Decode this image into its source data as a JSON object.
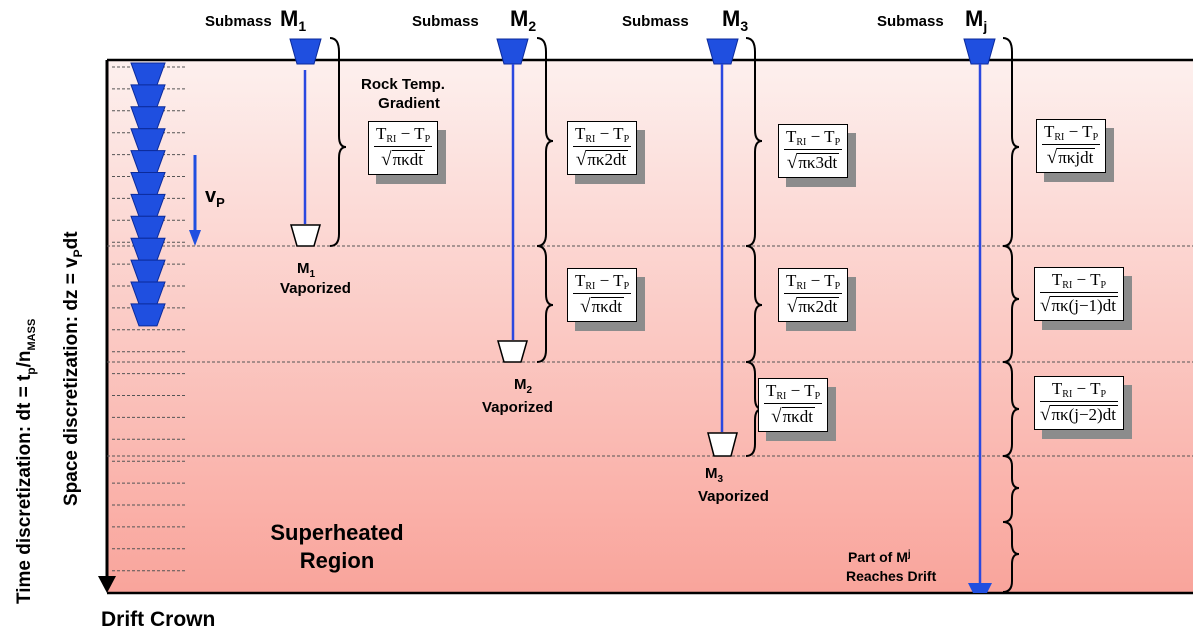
{
  "submasses": [
    {
      "label": "Submass",
      "symbol": "M",
      "subscript": "1"
    },
    {
      "label": "Submass",
      "symbol": "M",
      "subscript": "2"
    },
    {
      "label": "Submass",
      "symbol": "M",
      "subscript": "3"
    },
    {
      "label": "Submass",
      "symbol": "M",
      "subscript": "j"
    }
  ],
  "axis": {
    "time_discretization": "Time discretization: dt = t",
    "time_p_sub": "p",
    "time_rest": "/n",
    "time_mass_sub": "MASS",
    "space_discretization": "Space discretization: dz = v",
    "space_p_sub": "P",
    "space_rest": "dt",
    "velocity": "v",
    "velocity_sub": "P",
    "drift_crown": "Drift Crown"
  },
  "labels": {
    "rock_temp_line1": "Rock Temp.",
    "rock_temp_line2": "Gradient",
    "superheated_line1": "Superheated",
    "superheated_line2": "Region",
    "part_of_line1": "Part of M",
    "part_of_sub": "j",
    "part_of_line2": "Reaches Drift"
  },
  "vaporized": [
    {
      "symbol": "M",
      "subscript": "1",
      "text": "Vaporized"
    },
    {
      "symbol": "M",
      "subscript": "2",
      "text": "Vaporized"
    },
    {
      "symbol": "M",
      "subscript": "3",
      "text": "Vaporized"
    }
  ],
  "formula": {
    "numerator_T": "T",
    "numerator_sub1": "RI",
    "numerator_minus": " − T",
    "numerator_sub2": "P",
    "denominators": {
      "f1": "πκdt",
      "f2": "πκ2dt",
      "f3": "πκ3dt",
      "fj": "πκjdt",
      "fj1": "πκ(j−1)dt",
      "fj2": "πκ(j−2)dt"
    }
  },
  "colors": {
    "submass_blue": "#1f4fe0",
    "line_blue": "#2a48e0",
    "gradient_top": "#fdf0ee",
    "gradient_bottom": "#f9a49b",
    "shadow": "#8c8c8c"
  }
}
